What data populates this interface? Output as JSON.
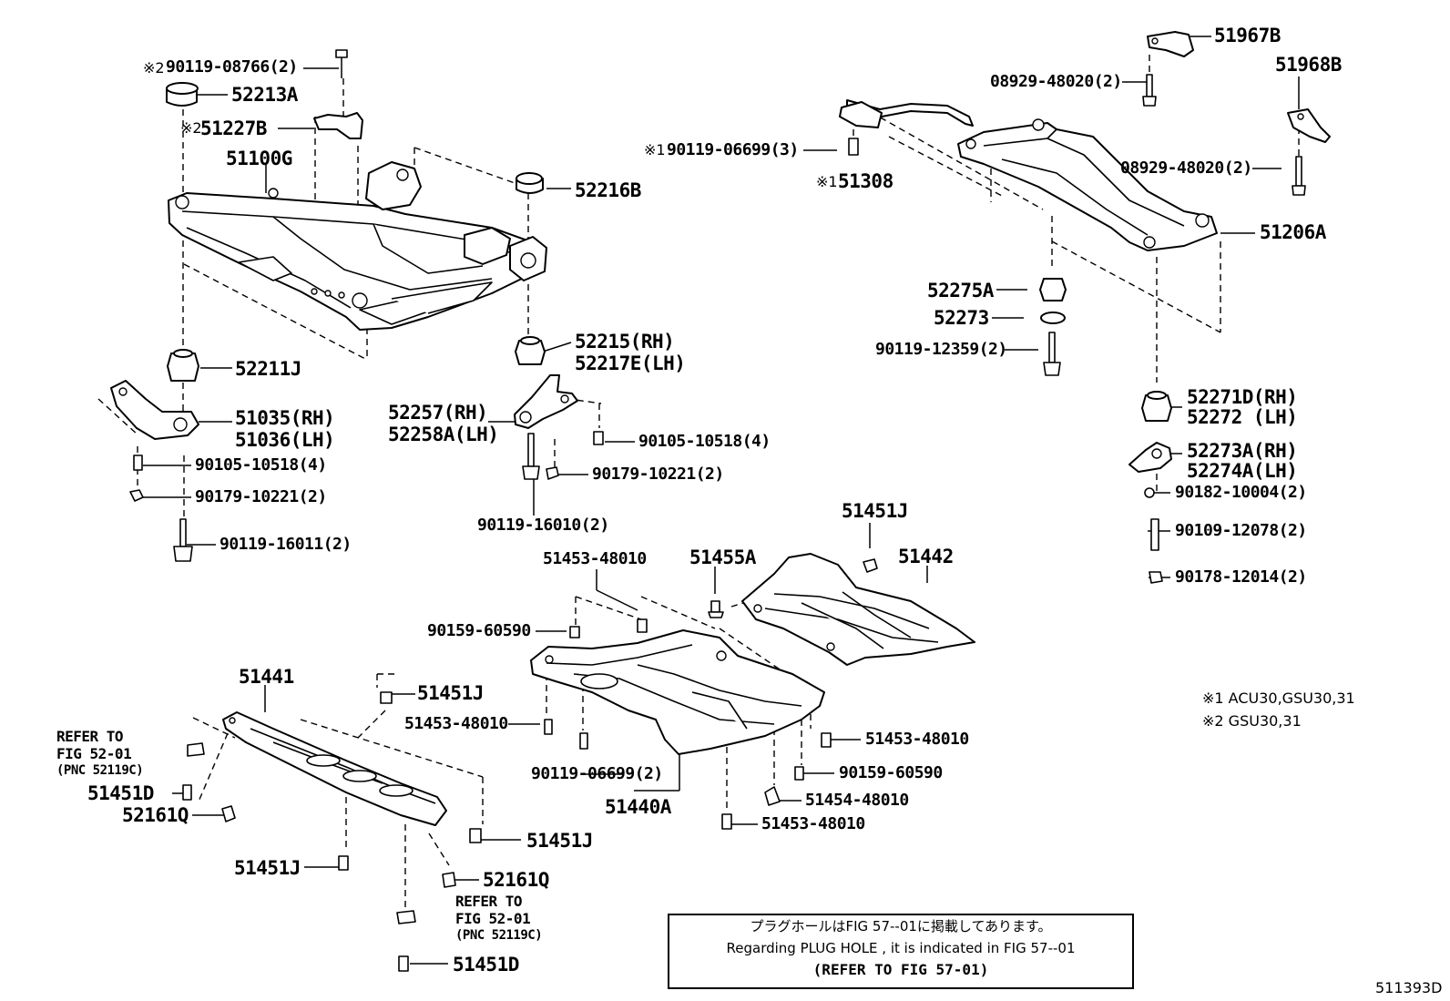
{
  "labels": {
    "p90119_08766": "90119-08766(2)",
    "p52213A": "52213A",
    "p51227B": "51227B",
    "p51100G": "51100G",
    "p52216B": "52216B",
    "p52215": "52215(RH)",
    "p52217E": "52217E(LH)",
    "p52211J": "52211J",
    "p51035": "51035(RH)",
    "p51036": "51036(LH)",
    "p90105_l": "90105-10518(4)",
    "p90179_l": "90179-10221(2)",
    "p90119_16011": "90119-16011(2)",
    "p52257": "52257(RH)",
    "p52258A": "52258A(LH)",
    "p90105_r": "90105-10518(4)",
    "p90179_r": "90179-10221(2)",
    "p90119_16010": "90119-16010(2)",
    "p51967B": "51967B",
    "p08929_a": "08929-48020(2)",
    "p51968B": "51968B",
    "p90119_06699_top": "90119-06699(3)",
    "p08929_b": "08929-48020(2)",
    "p51308": "51308",
    "p51206A": "51206A",
    "p52275A": "52275A",
    "p52273": "52273",
    "p90119_12359": "90119-12359(2)",
    "p52271D": "52271D(RH)",
    "p52272": "52272  (LH)",
    "p52273A": "52273A(RH)",
    "p52274A": "52274A(LH)",
    "p90182": "90182-10004(2)",
    "p90109": "90109-12078(2)",
    "p90178": "90178-12014(2)",
    "p51451J_a": "51451J",
    "p51442": "51442",
    "p51453_a": "51453-48010",
    "p51455A": "51455A",
    "p90159_a": "90159-60590",
    "p51441": "51441",
    "p51451J_b": "51451J",
    "p51453_b": "51453-48010",
    "p51453_c": "51453-48010",
    "p90119_06699_bot": "90119-06699(2)",
    "p90159_b": "90159-60590",
    "p51440A": "51440A",
    "p51454": "51454-48010",
    "p51453_d": "51453-48010",
    "p51451D_a": "51451D",
    "p52161Q_a": "52161Q",
    "p51451J_c": "51451J",
    "p51451J_d": "51451J",
    "p52161Q_b": "52161Q",
    "p51451D_b": "51451D"
  },
  "marks": {
    "kome1": "※1",
    "kome2": "※2"
  },
  "refer": {
    "line1": "REFER TO",
    "line2": "FIG 52-01",
    "line3": "(PNC 52119C)"
  },
  "legend": {
    "n1": "※1  ACU30,GSU30,31",
    "n2": "※2  GSU30,31"
  },
  "notice": {
    "jp": "プラグホールはFIG 57--01に掲載してあります。",
    "en": "Regarding  PLUG  HOLE , it is indicated in FIG  57--01",
    "ref": "(REFER  TO FIG 57-01)"
  },
  "figure_code": "511393D"
}
